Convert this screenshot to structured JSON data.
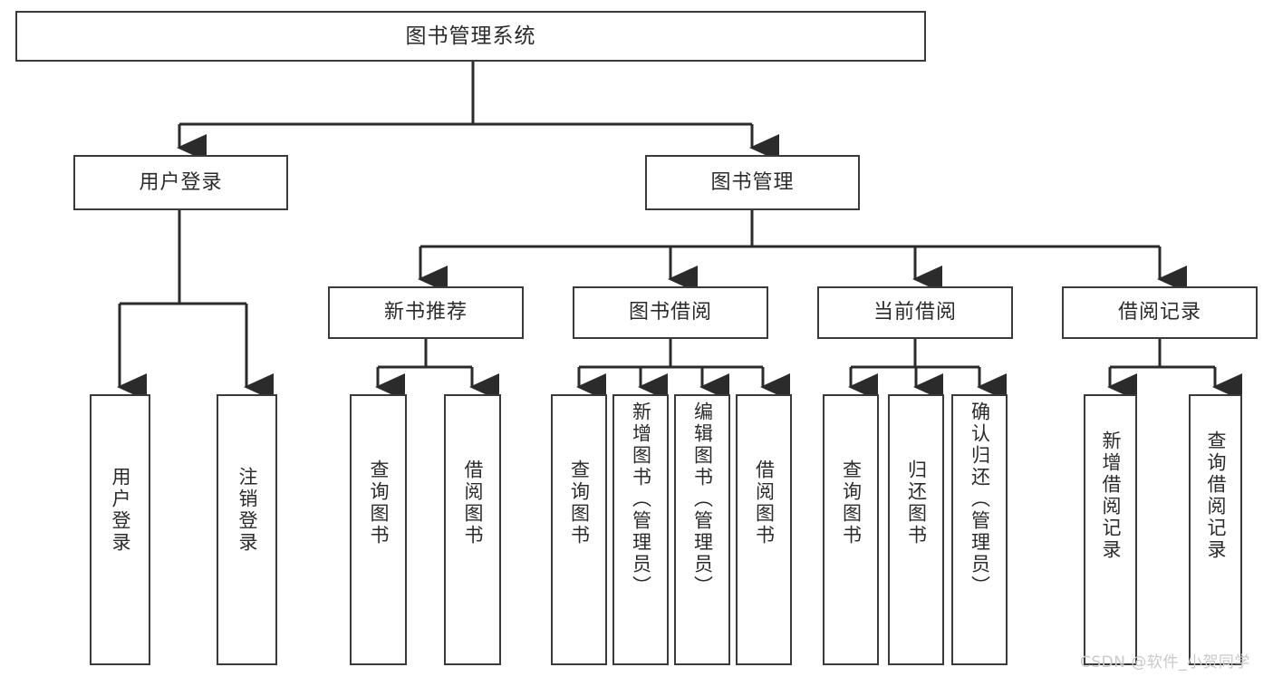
{
  "diagram": {
    "title": "图书管理系统",
    "type": "功能结构图",
    "watermark": "CSDN @软件_小贺同学",
    "colors": {
      "box_border": "#3a3a3a",
      "box_fill": "#ffffff",
      "connector": "#2b2b2b",
      "text": "#2b2b2b",
      "watermark": "#c9c9c9",
      "background": "#ffffff"
    },
    "root": {
      "label": "图书管理系统"
    },
    "level2": [
      {
        "label": "用户登录"
      },
      {
        "label": "图书管理"
      }
    ],
    "level3": [
      {
        "label": "新书推荐"
      },
      {
        "label": "图书借阅"
      },
      {
        "label": "当前借阅"
      },
      {
        "label": "借阅记录"
      }
    ],
    "leaves": {
      "user_login": [
        {
          "label": "用户登录"
        },
        {
          "label": "注销登录"
        }
      ],
      "new_book_recommend": [
        {
          "label": "查询图书"
        },
        {
          "label": "借阅图书"
        }
      ],
      "book_borrow": [
        {
          "label": "查询图书"
        },
        {
          "label": "新增图书（管理员）"
        },
        {
          "label": "编辑图书（管理员）"
        },
        {
          "label": "借阅图书"
        }
      ],
      "current_borrow": [
        {
          "label": "查询图书"
        },
        {
          "label": "归还图书"
        },
        {
          "label": "确认归还（管理员）"
        }
      ],
      "borrow_record": [
        {
          "label": "新增借阅记录"
        },
        {
          "label": "查询借阅记录"
        }
      ]
    }
  },
  "chart_data": {
    "type": "table",
    "title": "图书管理系统 功能结构图",
    "tree": {
      "name": "图书管理系统",
      "children": [
        {
          "name": "用户登录",
          "children": [
            {
              "name": "用户登录"
            },
            {
              "name": "注销登录"
            }
          ]
        },
        {
          "name": "图书管理",
          "children": [
            {
              "name": "新书推荐",
              "children": [
                {
                  "name": "查询图书"
                },
                {
                  "name": "借阅图书"
                }
              ]
            },
            {
              "name": "图书借阅",
              "children": [
                {
                  "name": "查询图书"
                },
                {
                  "name": "新增图书（管理员）"
                },
                {
                  "name": "编辑图书（管理员）"
                },
                {
                  "name": "借阅图书"
                }
              ]
            },
            {
              "name": "当前借阅",
              "children": [
                {
                  "name": "查询图书"
                },
                {
                  "name": "归还图书"
                },
                {
                  "name": "确认归还（管理员）"
                }
              ]
            },
            {
              "name": "借阅记录",
              "children": [
                {
                  "name": "新增借阅记录"
                },
                {
                  "name": "查询借阅记录"
                }
              ]
            }
          ]
        }
      ]
    }
  }
}
